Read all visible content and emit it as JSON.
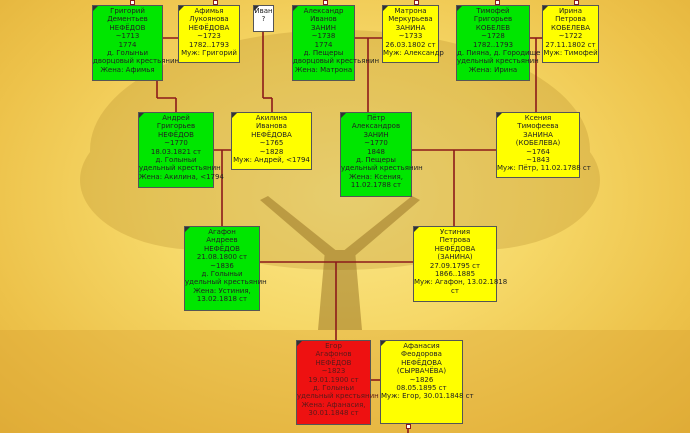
{
  "persons": {
    "grigoriy": [
      "Григорий",
      "Дементьев",
      "НЕФЁДОВ",
      "~1713",
      "1774",
      "д. Голыньи",
      "дворцовый крестьянин",
      "Жена: Афимья"
    ],
    "afimya": [
      "Афимья",
      "Лукоянова",
      "НЕФЁДОВА",
      "~1723",
      "1782..1793",
      "Муж: Григорий"
    ],
    "ivan": [
      "Иван",
      "?"
    ],
    "aleksandr": [
      "Александр",
      "Иванов",
      "ЗАНИН",
      "~1738",
      "1774",
      "д. Пещеры",
      "дворцовый крестьянин",
      "Жена: Матрона"
    ],
    "matrona": [
      "Матрона",
      "Меркурьева",
      "ЗАНИНА",
      "~1733",
      "26.03.1802 ст",
      "Муж: Александр"
    ],
    "timofey": [
      "Тимофей",
      "Григорьев",
      "КОБЕЛЕВ",
      "~1728",
      "1782..1793",
      "д. Пияна, д. Городище",
      "удельный крестьянин",
      "Жена: Ирина"
    ],
    "irina": [
      "Ирина",
      "Петрова",
      "КОБЕЛЕВА",
      "~1722",
      "27.11.1802 ст",
      "Муж: Тимофей"
    ],
    "andrey": [
      "Андрей",
      "Григорьев",
      "НЕФЁДОВ",
      "~1770",
      "18.03.1821 ст",
      "д. Голыньи",
      "удельный крестьянин",
      "Жена: Акилина, <1794"
    ],
    "akilina": [
      "Акилина",
      "Иванова",
      "НЕФЁДОВА",
      "~1765",
      "~1828",
      "Муж: Андрей, <1794"
    ],
    "petr": [
      "Пётр",
      "Александров",
      "ЗАНИН",
      "~1770",
      "1848",
      "д. Пещеры",
      "удельный крестьянин",
      "Жена: Ксения,",
      "11.02.1788 ст"
    ],
    "kseniya": [
      "Ксения",
      "Тимофеева",
      "ЗАНИНА",
      "(КОБЕЛЕВА)",
      "~1764",
      "~1843",
      "Муж: Пётр, 11.02.1788 ст"
    ],
    "agafon": [
      "Агафон",
      "Андреев",
      "НЕФЁДОВ",
      "21.08.1800 ст",
      "~1836",
      "д. Голыньи",
      "удельный крестьянин",
      "Жена: Устиния,",
      "13.02.1818 ст"
    ],
    "ustiniya": [
      "Устиния",
      "Петрова",
      "НЕФЁДОВА",
      "(ЗАНИНА)",
      "27.09.1795 ст",
      "1866..1885",
      "Муж: Агафон, 13.02.1818",
      "ст"
    ],
    "egor": [
      "Егор",
      "Агафонов",
      "НЕФЁДОВ",
      "~1823",
      "19.01.1900 ст",
      "д. Голыньи",
      "удельный крестьянин",
      "Жена: Афанасия,",
      "30.01.1848 ст"
    ],
    "afanasiya": [
      "Афанасия",
      "Феодорова",
      "НЕФЁДОВА",
      "(СЫРВАЧЁВА)",
      "~1826",
      "08.05.1895 ст",
      "Муж: Егор, 30.01.1848 ст"
    ]
  },
  "colors": {
    "male": "#00e600",
    "female": "#ffff00",
    "selected": "#ee1111",
    "unknown": "#ffffff",
    "line": "#8b1a1a"
  }
}
